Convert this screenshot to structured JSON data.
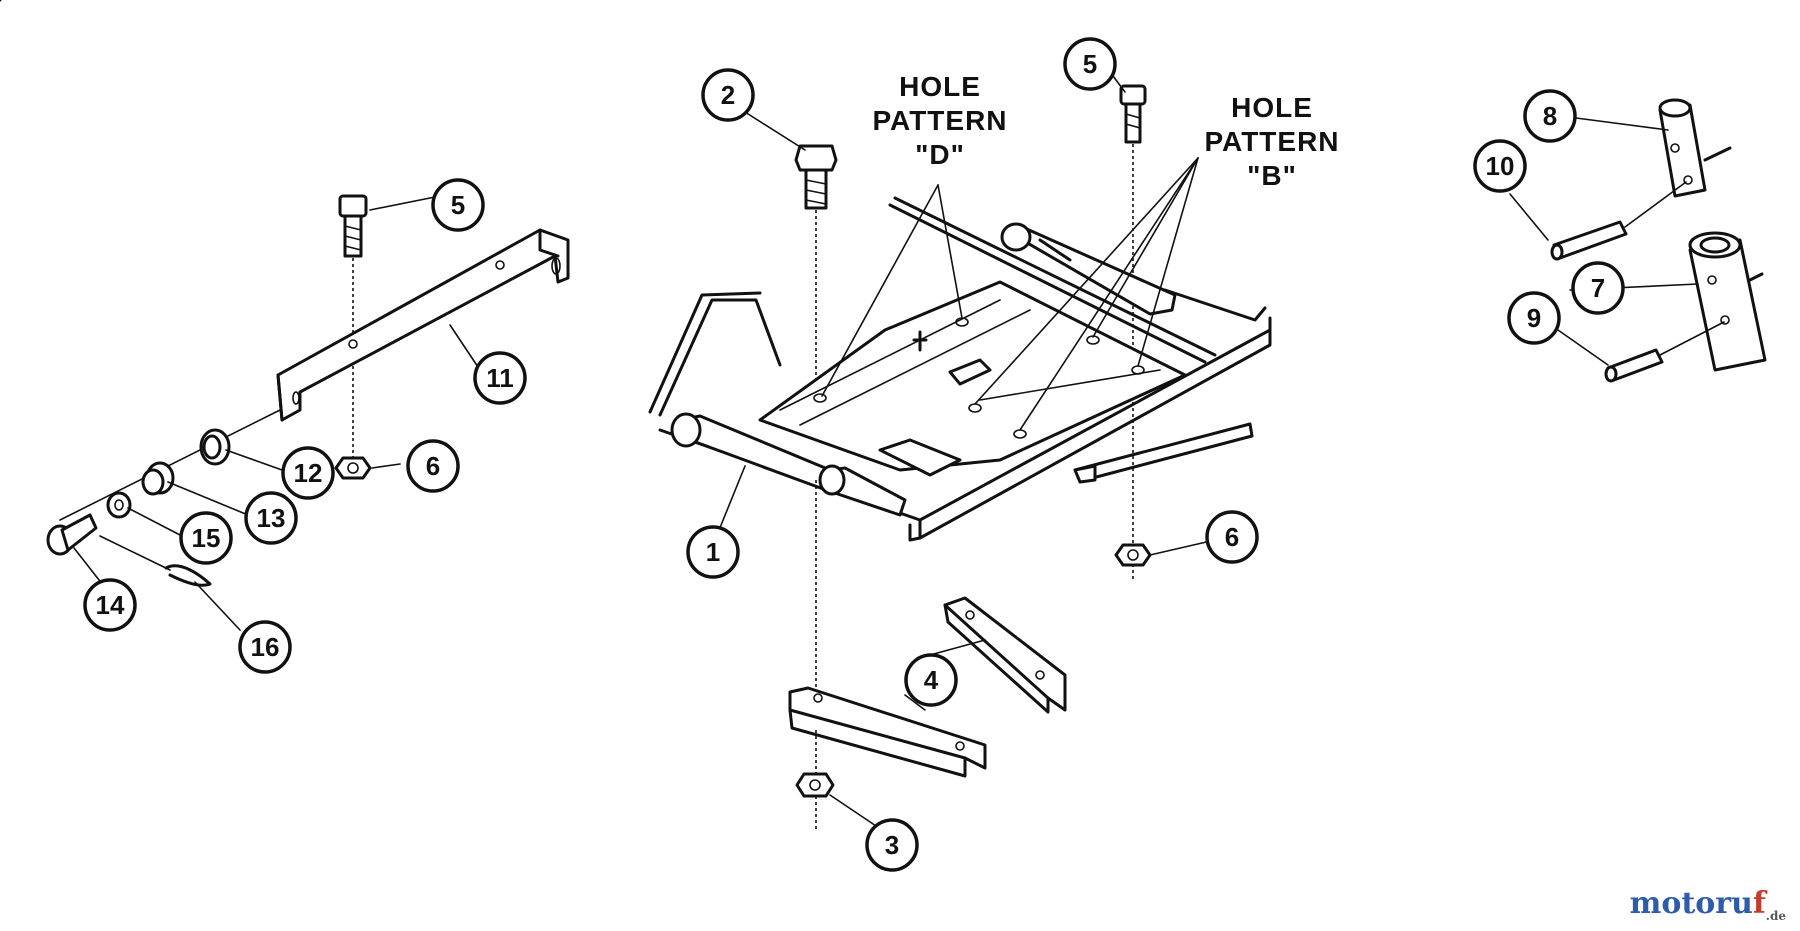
{
  "callouts": [
    {
      "id": "c1",
      "text": "1"
    },
    {
      "id": "c2",
      "text": "2"
    },
    {
      "id": "c3",
      "text": "3"
    },
    {
      "id": "c4",
      "text": "4"
    },
    {
      "id": "c5a",
      "text": "5"
    },
    {
      "id": "c5b",
      "text": "5"
    },
    {
      "id": "c6a",
      "text": "6"
    },
    {
      "id": "c6b",
      "text": "6"
    },
    {
      "id": "c7",
      "text": "7"
    },
    {
      "id": "c8",
      "text": "8"
    },
    {
      "id": "c9",
      "text": "9"
    },
    {
      "id": "c10",
      "text": "10"
    },
    {
      "id": "c11",
      "text": "11"
    },
    {
      "id": "c12",
      "text": "12"
    },
    {
      "id": "c13",
      "text": "13"
    },
    {
      "id": "c14",
      "text": "14"
    },
    {
      "id": "c15",
      "text": "15"
    },
    {
      "id": "c16",
      "text": "16"
    }
  ],
  "labels": {
    "hole_d": {
      "line1": "HOLE",
      "line2": "PATTERN",
      "line3": "\"D\""
    },
    "hole_b": {
      "line1": "HOLE",
      "line2": "PATTERN",
      "line3": "\"B\""
    }
  },
  "watermark": {
    "main": "motoru",
    "accent": "f",
    "suffix": ".de"
  }
}
